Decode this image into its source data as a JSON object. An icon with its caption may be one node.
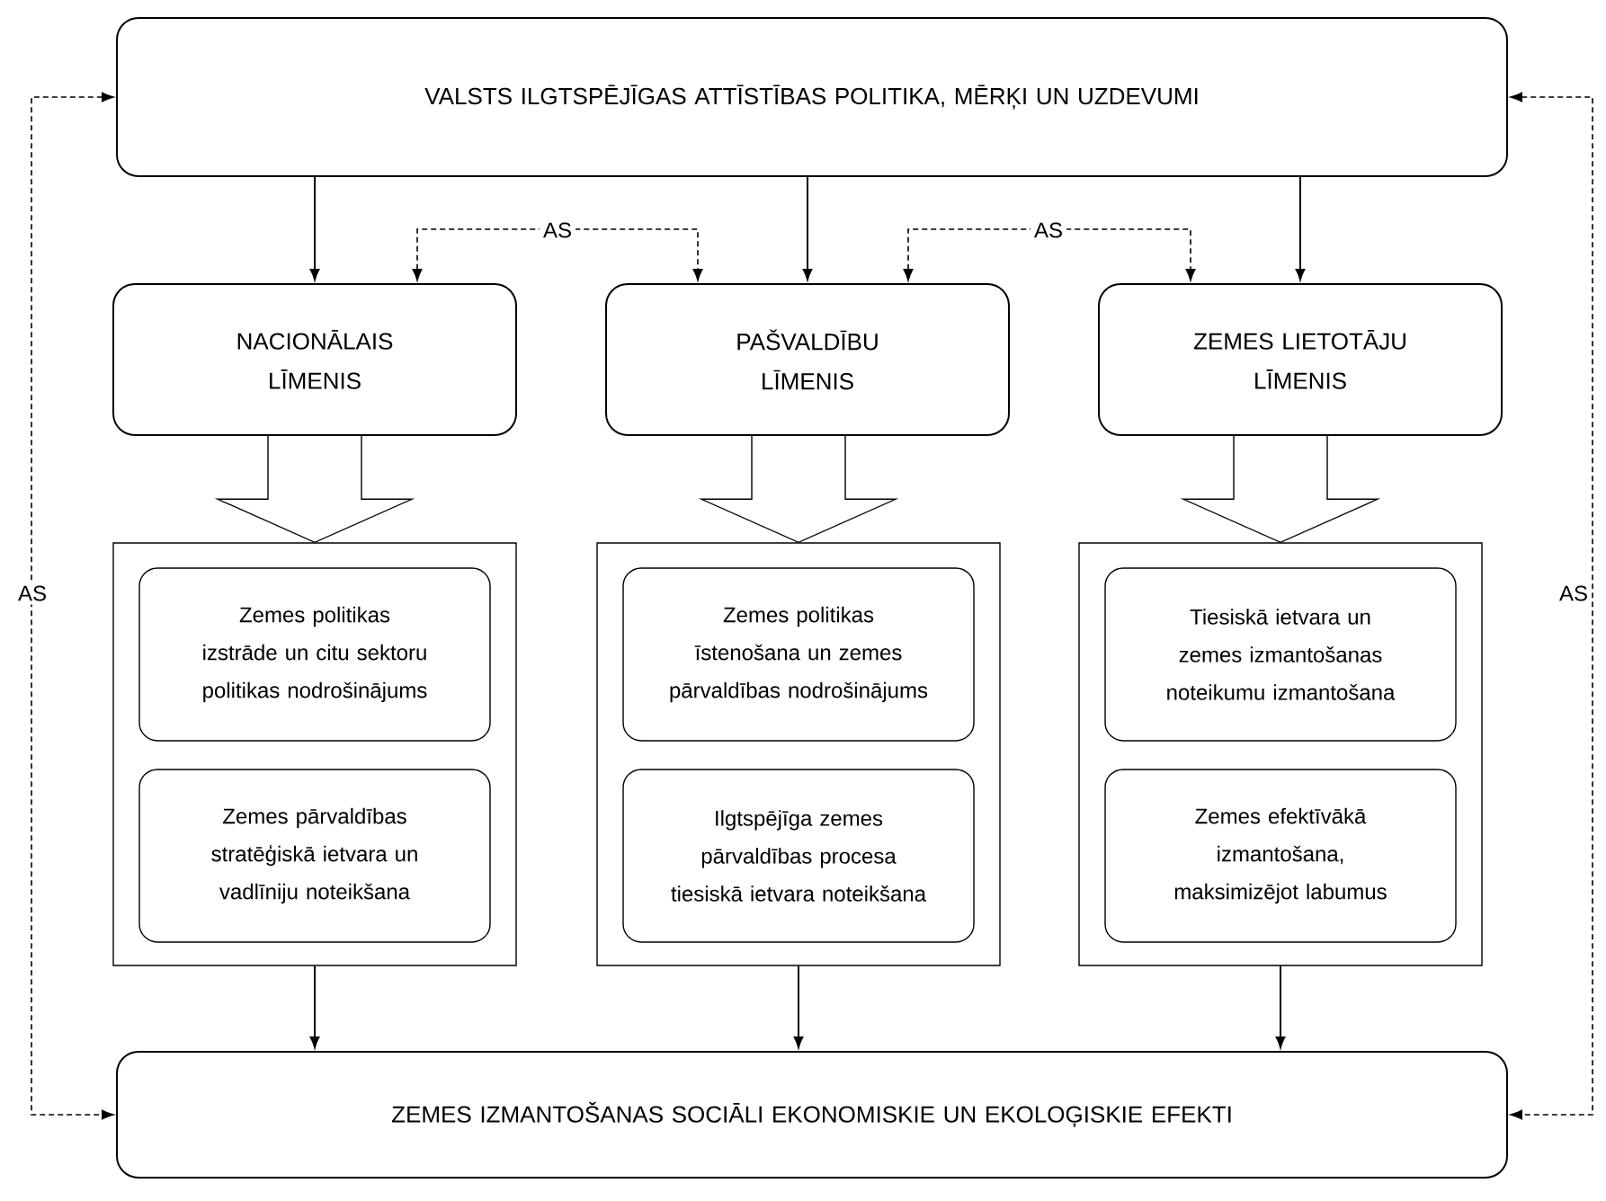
{
  "diagram": {
    "nodes": [
      {
        "text": [
          "VALSTS ILGTSPĒJĪGAS ATTĪSTĪBAS POLITIKA, MĒRĶI UN UZDEVUMI"
        ]
      },
      {
        "text": [
          "NACIONĀLAIS LĪMENIS"
        ]
      },
      {
        "text": [
          "PAŠVALDĪBU LĪMENIS"
        ]
      },
      {
        "text": [
          "ZEMES LIETOTĀJU LĪMENIS"
        ]
      },
      {
        "text": [],
        "shape": "box"
      },
      {
        "text": [
          "Zemes politikas izstrāde un citu sektoru politikas nodrošinājums"
        ],
        "in": 4
      },
      {
        "text": [
          "Zemes pārvaldības stratēģiskā ietvara un vadlīniju noteikšana"
        ],
        "in": 4
      },
      {
        "text": [],
        "shape": "box"
      },
      {
        "text": [
          "Zemes politikas īstenošana un zemes pārvaldības nodrošinājums"
        ],
        "in": 7
      },
      {
        "text": [
          "Ilgtspējīga zemes pārvaldības procesa tiesiskā ietvara noteikšana"
        ],
        "in": 7
      },
      {
        "text": [],
        "shape": "box"
      },
      {
        "text": [
          "Tiesiskā ietvara un zemes izmantošanas noteikumu izmantošana"
        ],
        "in": 10
      },
      {
        "text": [
          "Zemes efektīvākā izmantošana, maksimizējot labumus"
        ],
        "in": 10
      },
      {
        "text": [
          "ZEMES IZMANTOŠANAS SOCIĀLI EKONOMISKIE UN EKOLOĢISKIE EFEKTI"
        ]
      }
    ],
    "edges": [
      {
        "from": 0,
        "to": 1,
        "arrow": "to"
      },
      {
        "from": 0,
        "to": 2,
        "arrow": "to"
      },
      {
        "from": 0,
        "to": 3,
        "arrow": "to"
      },
      {
        "from": 1,
        "to": 2,
        "arrow": "both",
        "style": "dashed",
        "label": "AS"
      },
      {
        "from": 2,
        "to": 3,
        "arrow": "both",
        "style": "dashed",
        "label": "AS"
      },
      {
        "from": 0,
        "to": 13,
        "arrow": "both",
        "style": "dashed",
        "label": "AS"
      },
      {
        "from": 0,
        "to": 13,
        "arrow": "both",
        "style": "dashed",
        "label": "AS"
      },
      {
        "from": 1,
        "to": 4,
        "arrow": "to",
        "style": "thick"
      },
      {
        "from": 2,
        "to": 7,
        "arrow": "to",
        "style": "thick"
      },
      {
        "from": 3,
        "to": 10,
        "arrow": "to",
        "style": "thick"
      },
      {
        "from": 4,
        "to": 13,
        "arrow": "to"
      },
      {
        "from": 7,
        "to": 13,
        "arrow": "to"
      },
      {
        "from": 10,
        "to": 13,
        "arrow": "to"
      }
    ]
  }
}
